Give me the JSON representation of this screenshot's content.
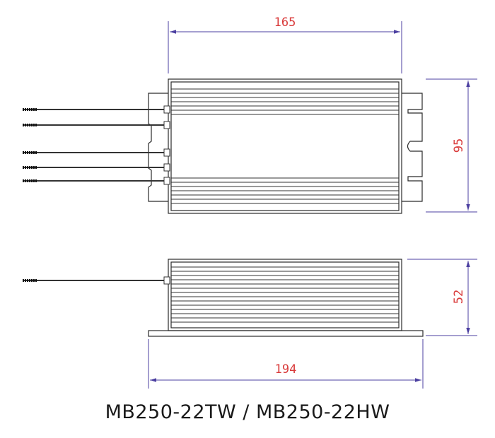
{
  "dimensions": {
    "top_width": "165",
    "top_height": "95",
    "side_height": "52",
    "base_width": "194"
  },
  "caption": "MB250-22TW / MB250-22HW",
  "colors": {
    "dimension_line": "#4b3fa0",
    "dimension_text": "#d93a3a",
    "outline": "#2a2a2a"
  }
}
